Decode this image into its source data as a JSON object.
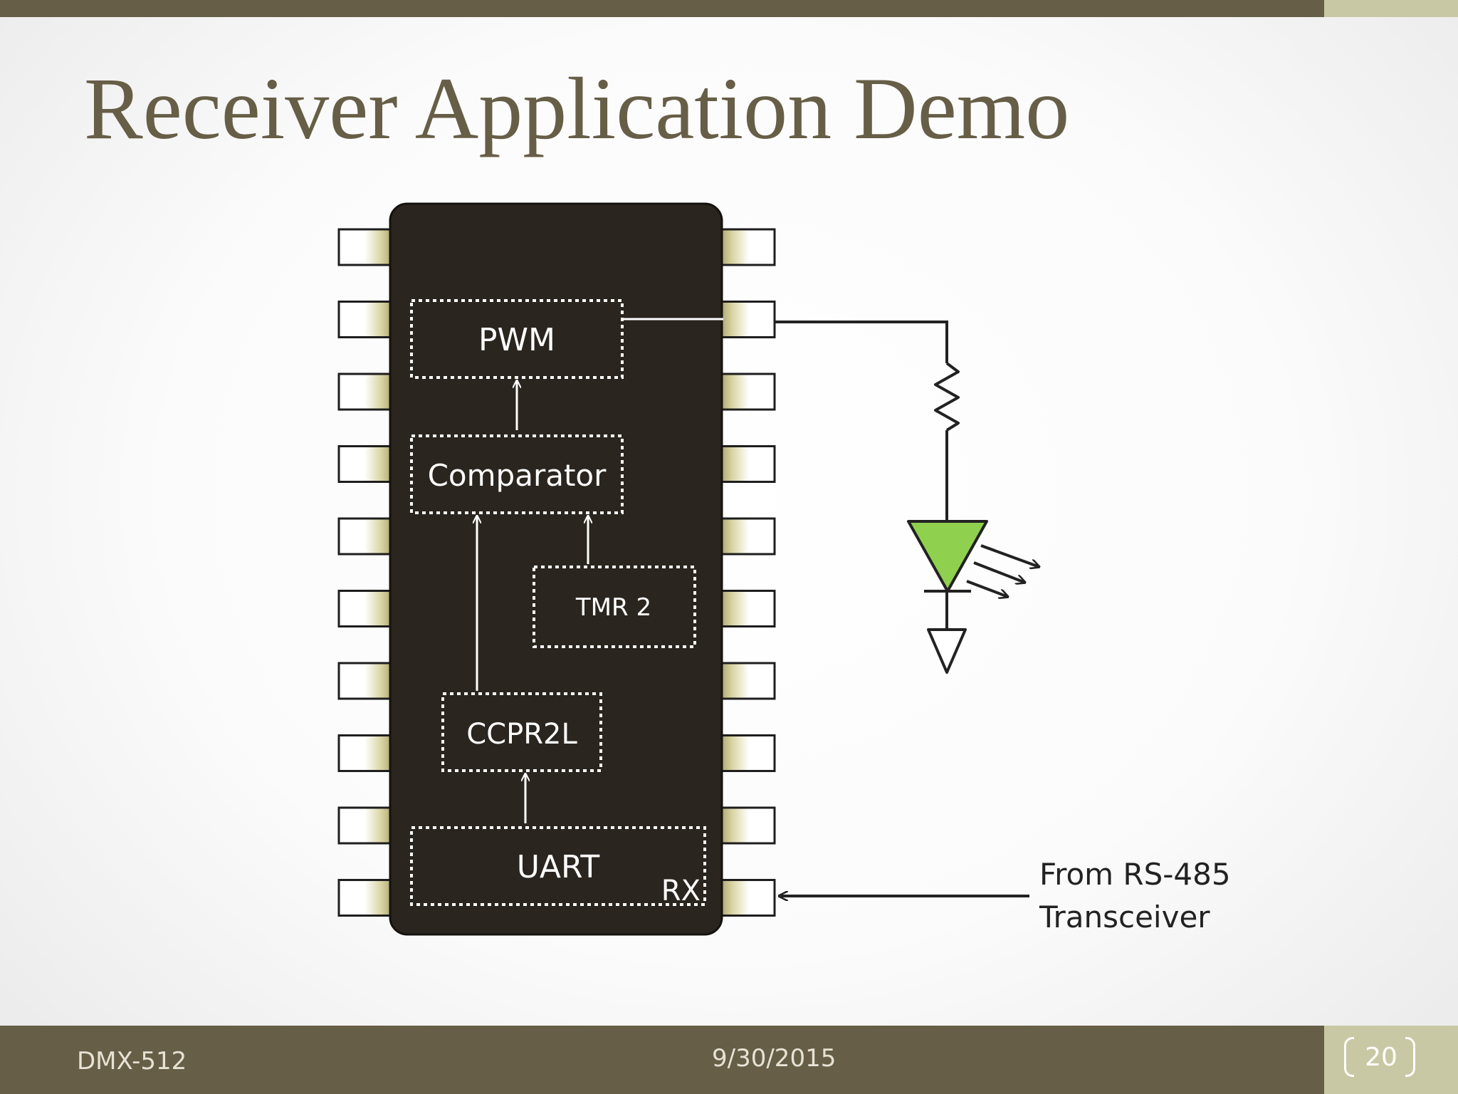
{
  "slide": {
    "title": "Receiver Application Demo",
    "footer_left": "DMX-512",
    "footer_date": "9/30/2015",
    "page_number": "20"
  },
  "diagram": {
    "blocks": {
      "pwm": "PWM",
      "comparator": "Comparator",
      "tmr2": "TMR 2",
      "ccpr2l": "CCPR2L",
      "uart": "UART",
      "rx": "RX"
    },
    "input_label_line1": "From RS-485",
    "input_label_line2": "Transceiver",
    "pin_count_per_side": 10
  },
  "colors": {
    "theme_brown": "#675e47",
    "accent_tan": "#c9c8a4",
    "chip_body": "#2a251e",
    "led_green": "#8fd14f"
  },
  "icons": [
    "resistor-icon",
    "led-icon",
    "ground-icon",
    "ic-chip-icon"
  ]
}
